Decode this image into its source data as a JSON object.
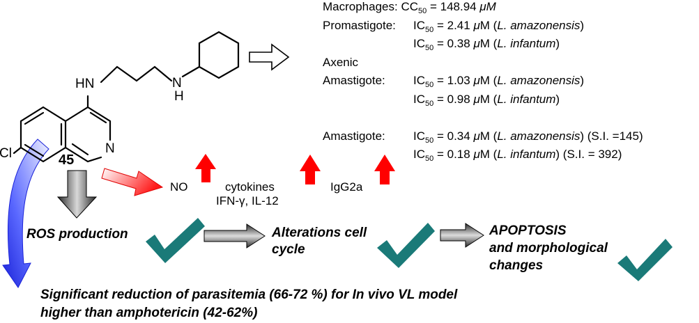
{
  "molecule": {
    "atom_hn_left": "HN",
    "atom_n_upper": "N",
    "atom_h_lower": "H",
    "atom_cl": "Cl",
    "atom_n_ring": "N",
    "compound_number": "45"
  },
  "activity": {
    "macrophages": {
      "label": "Macrophages: CC",
      "sub": "50",
      "value": " = 148.94 ",
      "unit": "μM"
    },
    "promastigote_label": "Promastigote:",
    "promastigote_1": {
      "ic": "IC",
      "sub": "50",
      "value": " = 2.41 ",
      "unit": "μ",
      "m": "M (",
      "species": "L. amazonensis",
      "close": ")"
    },
    "promastigote_2": {
      "ic": "IC",
      "sub": "50",
      "value": " = 0.38 ",
      "unit": "μ",
      "m": "M (",
      "species": "L. infantum",
      "close": ")"
    },
    "axenic_label": "Axenic",
    "amastigote_label_1": "Amastigote:",
    "axenic_1": {
      "ic": "IC",
      "sub": "50",
      "value": " = 1.03 ",
      "unit": "μ",
      "m": "M (",
      "species": "L. amazonensis",
      "close": ")"
    },
    "axenic_2": {
      "ic": "IC",
      "sub": "50",
      "value": " = 0.98 ",
      "unit": "μ",
      "m": "M (",
      "species": "L. infantum",
      "close": ")"
    },
    "amastigote_label_2": "Amastigote:",
    "amastigote_1": {
      "ic": "IC",
      "sub": "50",
      "value": " = 0.34 ",
      "unit": "μ",
      "m": "M (",
      "species": "L. amazonensis",
      "close": ") (S.I. =145)"
    },
    "amastigote_2": {
      "ic": "IC",
      "sub": "50",
      "value": " = 0.18 ",
      "unit": "μ",
      "m": "M (",
      "species": "L. infantum",
      "close": ") (S.I. = 392)"
    }
  },
  "immune": {
    "no": "NO",
    "cytokines": "cytokines",
    "cytokines_detail": "IFN-γ, IL-12",
    "igg2a": "IgG2a"
  },
  "steps": {
    "ros": "ROS production",
    "alterations_1": "Alterations cell",
    "alterations_2": "cycle",
    "apoptosis_1": "APOPTOSIS",
    "apoptosis_2": "and morphological",
    "apoptosis_3": "changes"
  },
  "conclusion": {
    "line1": "Significant reduction of parasitemia (66-72 %) for In vivo VL model",
    "line2": "higher than amphotericin (42-62%)"
  },
  "colors": {
    "check": "#1a7a78",
    "red_arrow": "#ff0000",
    "blue_arrow": "#2a3adf",
    "gray_arrow": "#555555"
  }
}
